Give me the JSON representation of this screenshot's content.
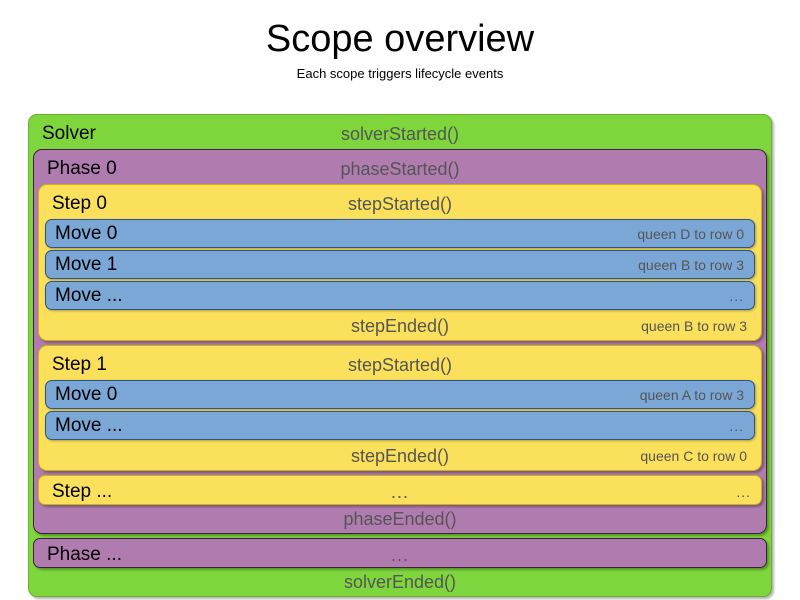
{
  "header": {
    "title": "Scope overview",
    "subtitle": "Each scope triggers lifecycle events"
  },
  "colors": {
    "solver": "#7ed63c",
    "phase": "#b07cb0",
    "step": "#fae05b",
    "move": "#7ba7d7",
    "event_text": "#555555",
    "name_text": "#000000",
    "background": "#ffffff"
  },
  "diagram": {
    "solver": {
      "name": "Solver",
      "started_event": "solverStarted()",
      "ended_event": "solverEnded()",
      "phases": [
        {
          "name": "Phase 0",
          "started_event": "phaseStarted()",
          "ended_event": "phaseEnded()",
          "steps": [
            {
              "name": "Step 0",
              "started_event": "stepStarted()",
              "ended_event": "stepEnded()",
              "ended_detail": "queen B to row 3",
              "moves": [
                {
                  "name": "Move 0",
                  "detail": "queen D to row 0"
                },
                {
                  "name": "Move 1",
                  "detail": "queen B to row 3"
                },
                {
                  "name": "Move ...",
                  "detail": "..."
                }
              ]
            },
            {
              "name": "Step 1",
              "started_event": "stepStarted()",
              "ended_event": "stepEnded()",
              "ended_detail": "queen C to row 0",
              "moves": [
                {
                  "name": "Move 0",
                  "detail": "queen A to row 3"
                },
                {
                  "name": "Move ...",
                  "detail": "..."
                }
              ]
            }
          ],
          "collapsed_step": {
            "name": "Step ...",
            "event": "...",
            "detail": "..."
          }
        }
      ],
      "collapsed_phase": {
        "name": "Phase ...",
        "event": "...",
        "detail": ""
      }
    }
  }
}
